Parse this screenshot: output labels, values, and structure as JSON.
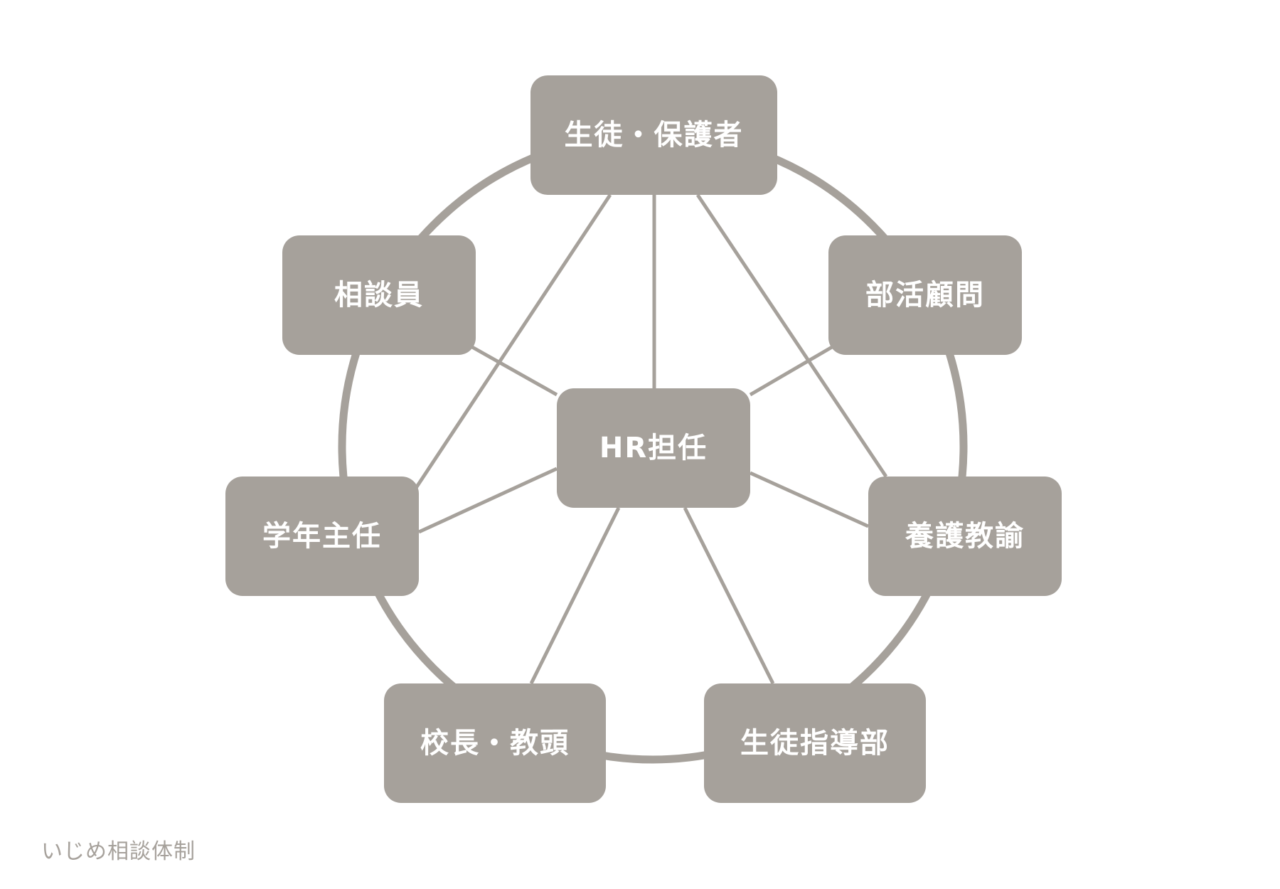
{
  "diagram": {
    "center": {
      "id": "hr",
      "label": "HR担任"
    },
    "nodes": [
      {
        "id": "parents",
        "label": "生徒・保護者"
      },
      {
        "id": "club",
        "label": "部活顧問"
      },
      {
        "id": "nurse",
        "label": "養護教諭"
      },
      {
        "id": "guidance",
        "label": "生徒指導部"
      },
      {
        "id": "principal",
        "label": "校長・教頭"
      },
      {
        "id": "grade",
        "label": "学年主任"
      },
      {
        "id": "counselor",
        "label": "相談員"
      }
    ],
    "links": [
      [
        "hr",
        "parents"
      ],
      [
        "hr",
        "club"
      ],
      [
        "hr",
        "nurse"
      ],
      [
        "hr",
        "guidance"
      ],
      [
        "hr",
        "principal"
      ],
      [
        "hr",
        "grade"
      ],
      [
        "hr",
        "counselor"
      ],
      [
        "parents",
        "grade"
      ],
      [
        "parents",
        "nurse"
      ]
    ]
  },
  "caption": "いじめ相談体制",
  "colors": {
    "node_fill": "#a6a19b",
    "line": "#a6a19b",
    "node_text": "#ffffff",
    "caption_text": "#a6a19b"
  }
}
